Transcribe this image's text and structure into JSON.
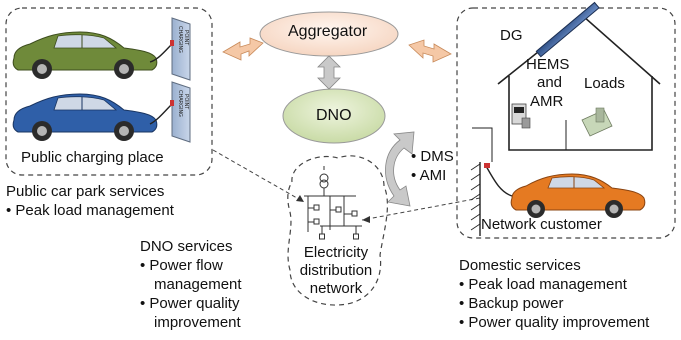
{
  "nodes": {
    "aggregator": "Aggregator",
    "dno": "DNO",
    "public_place": "Public charging place",
    "network_customer": "Network customer",
    "network": [
      "Electricity",
      "distribution",
      "network"
    ]
  },
  "house": {
    "dg": "DG",
    "hems": "HEMS",
    "and": "and",
    "amr": "AMR",
    "loads": "Loads"
  },
  "charging_point": [
    "CHARGING",
    "POINT"
  ],
  "comm": [
    "• DMS",
    "• AMI"
  ],
  "public_services": {
    "title": "Public car park services",
    "items": [
      "• Peak load management"
    ]
  },
  "dno_services": {
    "title": "DNO services",
    "items": [
      [
        "• Power flow",
        "management"
      ],
      [
        "• Power quality",
        "improvement"
      ]
    ]
  },
  "domestic_services": {
    "title": "Domestic services",
    "items": [
      "• Peak load management",
      "• Backup power",
      "• Power quality improvement"
    ]
  },
  "colors": {
    "aggregator_fill": "#fbe3d6",
    "dno_fill": "#d7e4bd",
    "car_green": "#6f8a3a",
    "car_blue": "#2f5fa8",
    "car_orange": "#e57a22",
    "arrow_orange": "#f4c39a",
    "arrow_gray": "#bcbcbc"
  }
}
